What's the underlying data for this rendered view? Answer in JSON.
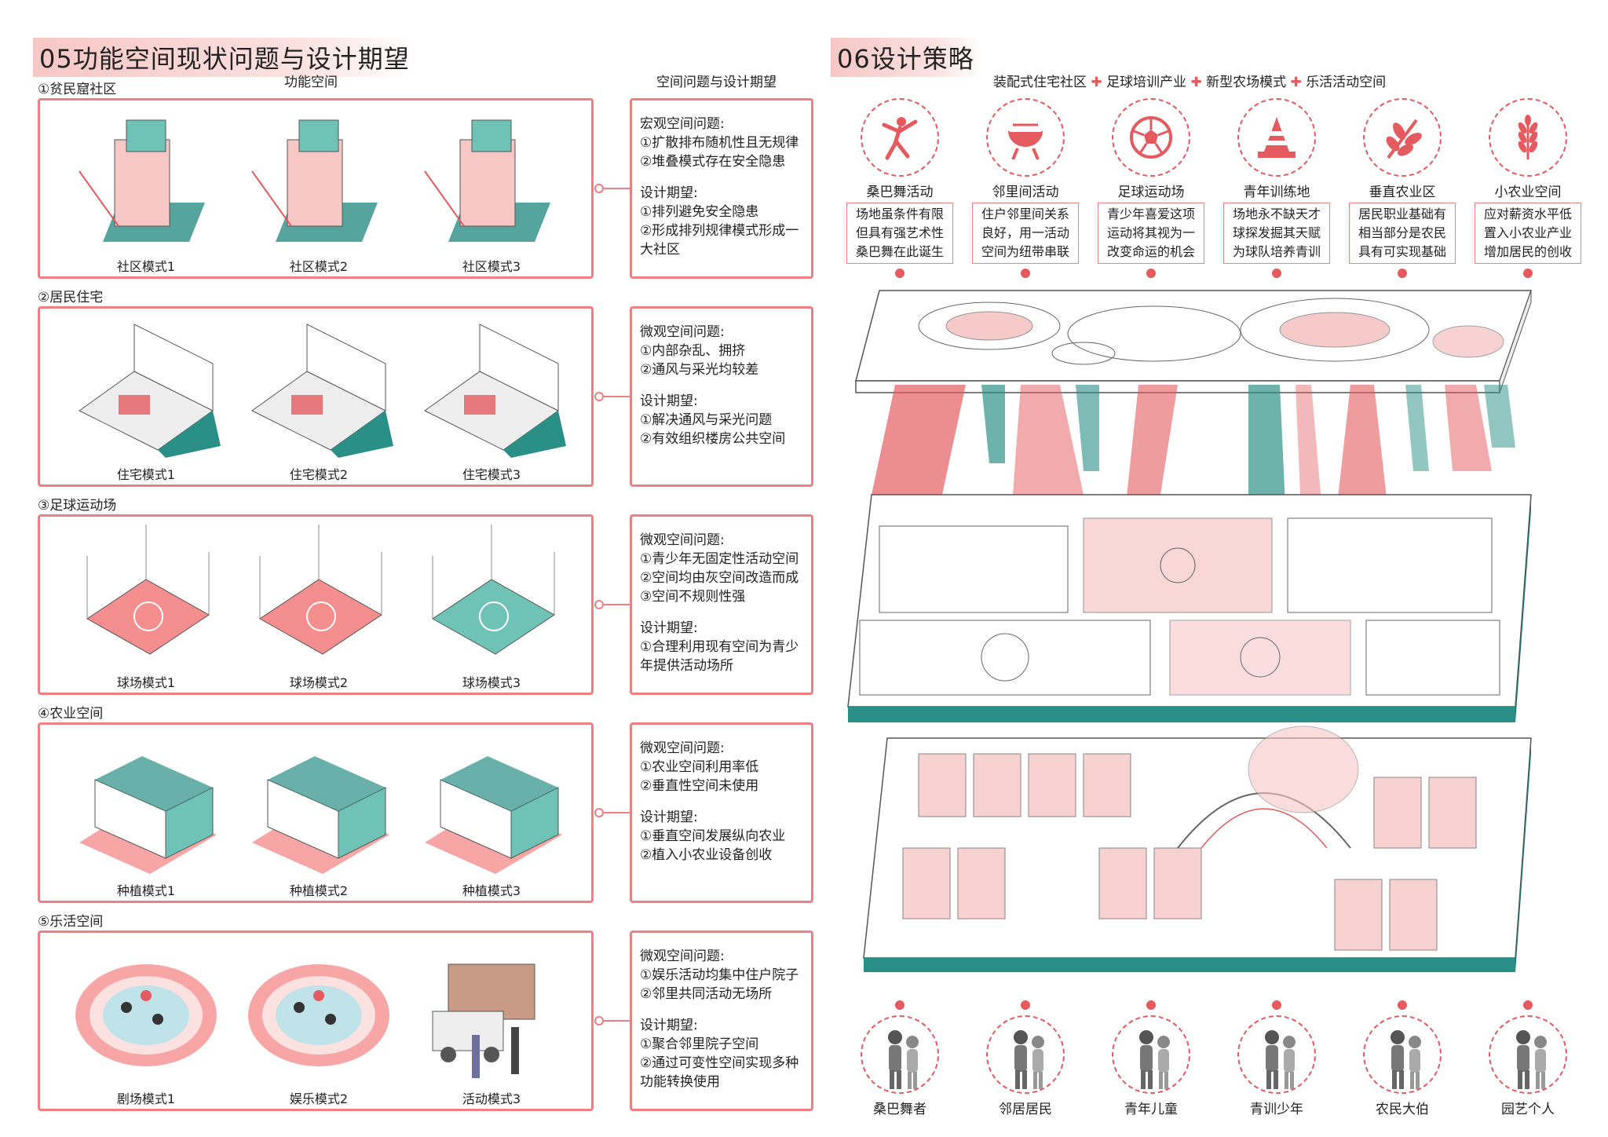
{
  "left": {
    "title": "05功能空间现状问题与设计期望",
    "header_space": "功能空间",
    "header_problem": "空间问题与设计期望",
    "rows": [
      {
        "label": "①贫民窟社区",
        "captions": [
          "社区模式1",
          "社区模式2",
          "社区模式3"
        ],
        "problem_title": "宏观空间问题:",
        "problems": [
          "①扩散排布随机性且无规律",
          "②堆叠模式存在安全隐患"
        ],
        "expect_title": "设计期望:",
        "expects": [
          "①排列避免安全隐患",
          "②形成排列规律模式形成一",
          "大社区"
        ]
      },
      {
        "label": "②居民住宅",
        "captions": [
          "住宅模式1",
          "住宅模式2",
          "住宅模式3"
        ],
        "problem_title": "微观空间问题:",
        "problems": [
          "①内部杂乱、拥挤",
          "②通风与采光均较差"
        ],
        "expect_title": "设计期望:",
        "expects": [
          "①解决通风与采光问题",
          "②有效组织楼房公共空间"
        ]
      },
      {
        "label": "③足球运动场",
        "captions": [
          "球场模式1",
          "球场模式2",
          "球场模式3"
        ],
        "problem_title": "微观空间问题:",
        "problems": [
          "①青少年无固定性活动空间",
          "②空间均由灰空间改造而成",
          "③空间不规则性强"
        ],
        "expect_title": "设计期望:",
        "expects": [
          "①合理利用现有空间为青少",
          "年提供活动场所"
        ]
      },
      {
        "label": "④农业空间",
        "captions": [
          "种植模式1",
          "种植模式2",
          "种植模式3"
        ],
        "problem_title": "微观空间问题:",
        "problems": [
          "①农业空间利用率低",
          "②垂直性空间未使用"
        ],
        "expect_title": "设计期望:",
        "expects": [
          "①垂直空间发展纵向农业",
          "②植入小农业设备创收"
        ]
      },
      {
        "label": "⑤乐活空间",
        "captions": [
          "剧场模式1",
          "娱乐模式2",
          "活动模式3"
        ],
        "problem_title": "微观空间问题:",
        "problems": [
          "①娱乐活动均集中住户院子",
          "②邻里共同活动无场所"
        ],
        "expect_title": "设计期望:",
        "expects": [
          "①聚合邻里院子空间",
          "②通过可变性空间实现多种",
          "功能转换使用"
        ]
      }
    ]
  },
  "right": {
    "title": "06设计策略",
    "strategy": [
      "装配式住宅社区",
      "足球培训产业",
      "新型农场模式",
      "乐活活动空间"
    ],
    "plus": "✚",
    "activities": [
      {
        "label": "桑巴舞活动",
        "icon": "dancer-icon",
        "desc": [
          "场地虽条件有限",
          "但具有强艺术性",
          "桑巴舞在此诞生"
        ]
      },
      {
        "label": "邻里间活动",
        "icon": "grill-icon",
        "desc": [
          "住户邻里间关系",
          "良好，用一活动",
          "空间为纽带串联"
        ]
      },
      {
        "label": "足球运动场",
        "icon": "soccer-ball-icon",
        "desc": [
          "青少年喜爱这项",
          "运动将其视为一",
          "改变命运的机会"
        ]
      },
      {
        "label": "青年训练地",
        "icon": "training-cone-icon",
        "desc": [
          "场地永不缺天才",
          "球探发掘其天赋",
          "为球队培养青训"
        ]
      },
      {
        "label": "垂直农业区",
        "icon": "leaf-branch-icon",
        "desc": [
          "居民职业基础有",
          "相当部分是农民",
          "具有可实现基础"
        ]
      },
      {
        "label": "小农业空间",
        "icon": "wheat-icon",
        "desc": [
          "应对薪资水平低",
          "置入小农业产业",
          "增加居民的创收"
        ]
      }
    ],
    "people": [
      "桑巴舞者",
      "邻居居民",
      "青年儿童",
      "青训少年",
      "农民大伯",
      "园艺个人"
    ]
  },
  "colors": {
    "accent": "#ef7f82",
    "red": "#e45a5e",
    "teal": "#2a8f86",
    "pink": "#f7c7c5"
  }
}
